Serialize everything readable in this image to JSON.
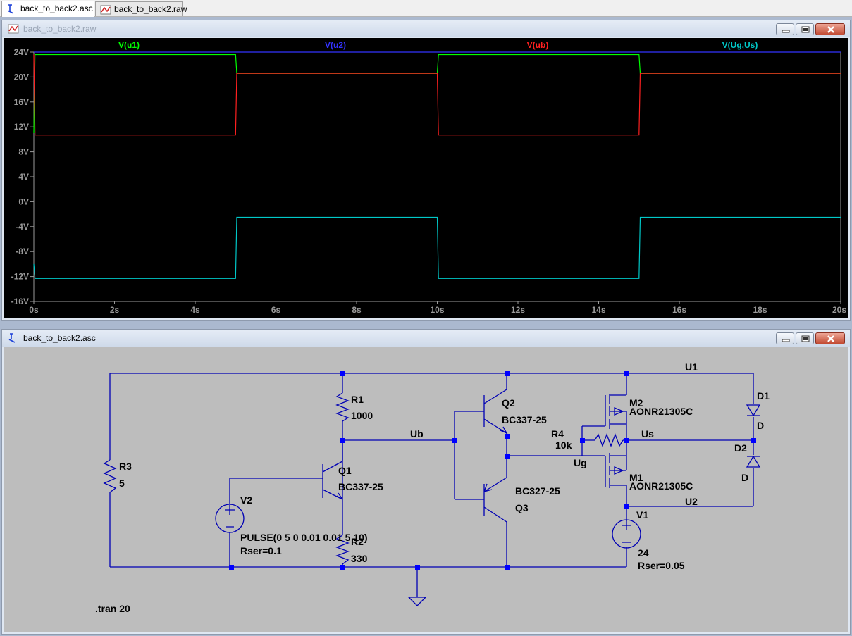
{
  "tabs": [
    {
      "label": "back_to_back2.asc"
    },
    {
      "label": "back_to_back2.raw"
    }
  ],
  "plot_window": {
    "title": "back_to_back2.raw"
  },
  "schematic_window": {
    "title": "back_to_back2.asc"
  },
  "chart_data": {
    "type": "line",
    "title": "",
    "xlabel": "",
    "ylabel": "",
    "xlim": [
      0,
      20
    ],
    "ylim": [
      -16,
      24
    ],
    "x_ticks": [
      "0s",
      "2s",
      "4s",
      "6s",
      "8s",
      "10s",
      "12s",
      "14s",
      "16s",
      "18s",
      "20s"
    ],
    "y_ticks": [
      "24V",
      "20V",
      "16V",
      "12V",
      "8V",
      "4V",
      "0V",
      "-4V",
      "-8V",
      "-12V",
      "-16V"
    ],
    "grid": false,
    "legend_position": "top",
    "series": [
      {
        "name": "V(u1)",
        "color": "#00ff00",
        "x": [
          0,
          0.03,
          5,
          5.03,
          10,
          10.03,
          15,
          15.03,
          20
        ],
        "y": [
          11,
          23.6,
          23.6,
          20.6,
          20.6,
          23.6,
          23.6,
          20.6,
          20.6
        ]
      },
      {
        "name": "V(u2)",
        "color": "#3333ff",
        "x": [
          0,
          20
        ],
        "y": [
          24,
          24
        ]
      },
      {
        "name": "V(ub)",
        "color": "#ff2020",
        "x": [
          0,
          0.03,
          5,
          5.03,
          10,
          10.03,
          15,
          15.03,
          20
        ],
        "y": [
          23.6,
          10.7,
          10.7,
          20.6,
          20.6,
          10.7,
          10.7,
          20.6,
          20.6
        ]
      },
      {
        "name": "V(Ug,Us)",
        "color": "#00c8c8",
        "x": [
          0,
          0.03,
          5,
          5.03,
          10,
          10.03,
          15,
          15.03,
          20
        ],
        "y": [
          -10,
          -12.3,
          -12.3,
          -2.5,
          -2.5,
          -12.3,
          -12.3,
          -2.5,
          -2.5
        ]
      }
    ]
  },
  "schematic": {
    "labels": {
      "r1_name": "R1",
      "r1_value": "1000",
      "r2_name": "R2",
      "r2_value": "330",
      "r3_name": "R3",
      "r3_value": "5",
      "r4_name": "R4",
      "r4_value": "10k",
      "q1_name": "Q1",
      "q1_model": "BC337-25",
      "q2_name": "Q2",
      "q2_model": "BC337-25",
      "q3_name": "Q3",
      "q3_model": "BC327-25",
      "m1_name": "M1",
      "m1_model": "AONR21305C",
      "m2_name": "M2",
      "m2_model": "AONR21305C",
      "d1_name": "D1",
      "d1_model": "D",
      "d2_name": "D2",
      "d2_model": "D",
      "v1_name": "V1",
      "v1_value": "24",
      "v1_rser": "Rser=0.05",
      "v2_name": "V2",
      "v2_value": "PULSE(0 5 0 0.01 0.01 5 10)",
      "v2_rser": "Rser=0.1",
      "net_ub": "Ub",
      "net_us": "Us",
      "net_ug": "Ug",
      "net_u1": "U1",
      "net_u2": "U2",
      "directive": ".tran 20"
    }
  }
}
